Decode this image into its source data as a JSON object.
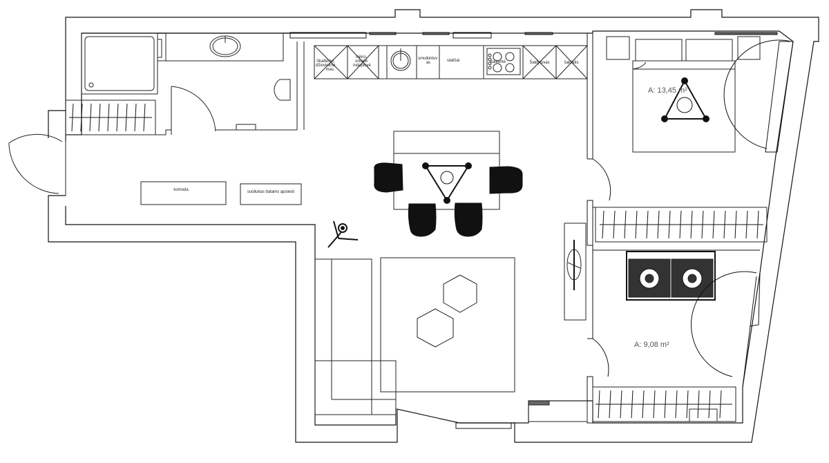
{
  "rooms": {
    "bedroom_1_area": "A: 13,45 m²",
    "bedroom_2_area": "A: 9,08 m²"
  },
  "furniture": {
    "dresser": "komoda",
    "shoe_bench": "suoliukas batams apsiesti",
    "washer_dryer": [
      "Skalbimo,",
      "džiovinimo",
      "mas."
    ],
    "microwave_oven": [
      "mikro,",
      "orkaitė",
      "indaplovė"
    ],
    "shredder": [
      "smulkintuv",
      "as"
    ],
    "drawers": "stalčiai",
    "stove": "kaitlentė",
    "fridge": "Šaldytuvas",
    "freezer": "šaldiklis"
  },
  "colors": {
    "wall": "#111111",
    "line": "#222222",
    "window_fill": "#666666"
  }
}
